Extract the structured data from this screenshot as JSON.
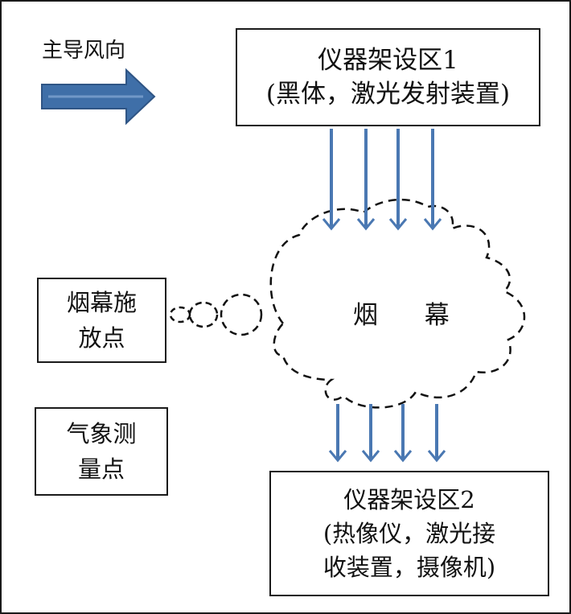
{
  "wind": {
    "label": "主导风向",
    "arrow_color": "#3f6fa8",
    "arrow_dark": "#2f5585"
  },
  "station1": {
    "line1": "仪器架设区1",
    "line2": "(黑体，激光发射装置)"
  },
  "release_point": {
    "line1": "烟幕施",
    "line2": "放点"
  },
  "weather_point": {
    "line1": "气象测",
    "line2": "量点"
  },
  "smoke": {
    "char1": "烟",
    "char2": "幕"
  },
  "station2": {
    "line1": "仪器架设区2",
    "line2": "(热像仪，激光接",
    "line3": "收装置，摄像机)"
  },
  "colors": {
    "beam_arrow": "#4a78b2",
    "border": "#1a1a1a"
  },
  "icons": [
    "wind-direction-arrow-icon",
    "down-arrow-icon",
    "smoke-cloud-icon",
    "smoke-puff-icon"
  ]
}
